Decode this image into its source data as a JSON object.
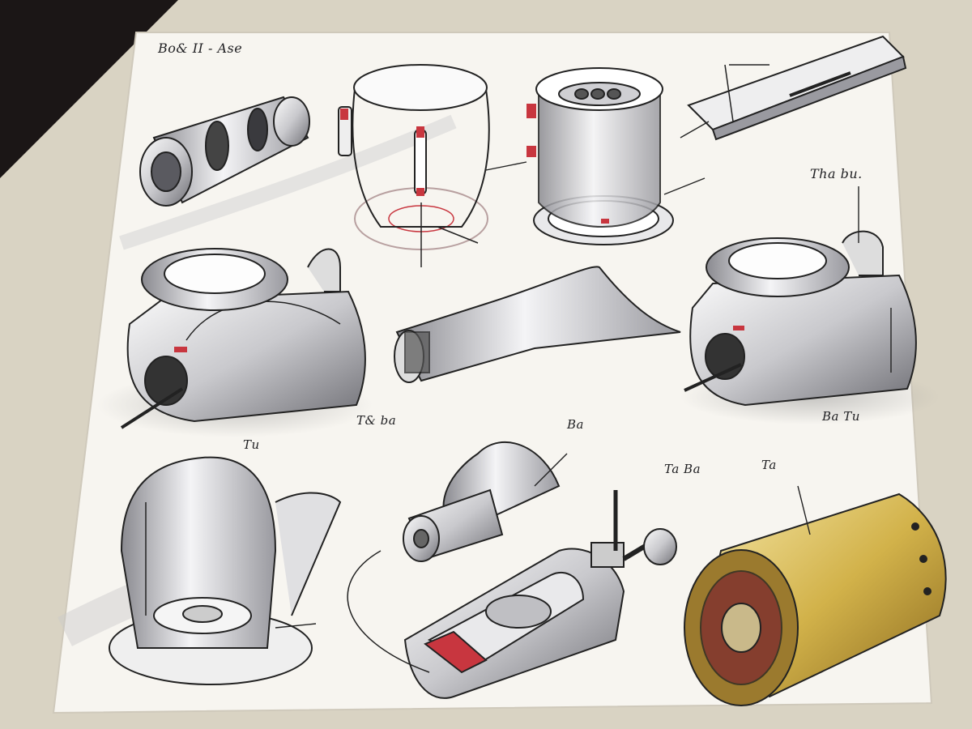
{
  "sheet": {
    "header_note": "Bo& II - Ase",
    "annotations": [
      "Tha bu.",
      "T& ba",
      "Ba",
      "Tu",
      "Ba Tu",
      "Ta Ba",
      "Ta"
    ]
  },
  "colors": {
    "paper": "#f7f5f0",
    "backdrop": "#d9d3c3",
    "corner": "#1b1616",
    "ink": "#1f1f22",
    "accent_red": "#c8363f",
    "metal_light": "#e6e6e8",
    "metal_dark": "#7a7a80",
    "brass": "#d2b24a"
  },
  "objects": [
    "drum-roller-sketch",
    "glass-cup-sketch",
    "lidded-canister-sketch",
    "rail-plate-sketch",
    "dome-base-left-sketch",
    "nozzle-tube-sketch",
    "dome-base-right-sketch",
    "kettle-sketch",
    "small-cylinder-sketch",
    "handheld-device-sketch",
    "brass-cylinder-sketch"
  ]
}
